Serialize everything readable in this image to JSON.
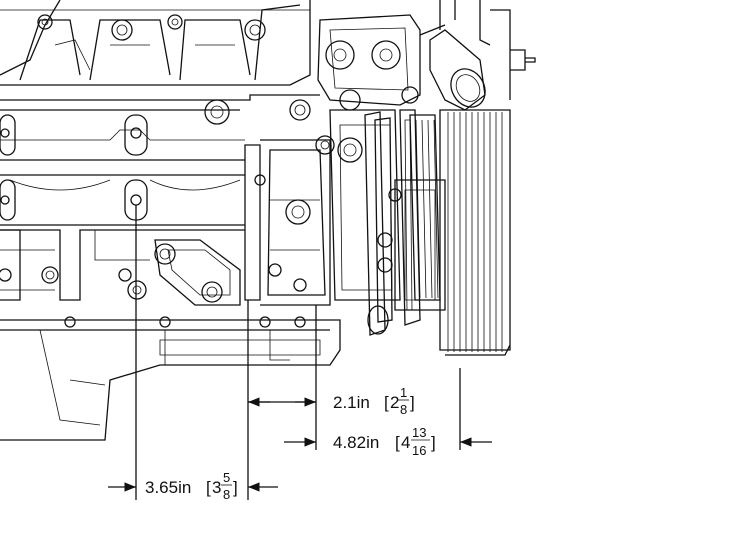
{
  "dimensions": [
    {
      "id": "dim-a",
      "value": "2.1in",
      "whole": "2",
      "num": "1",
      "den": "8"
    },
    {
      "id": "dim-b",
      "value": "4.82in",
      "whole": "4",
      "num": "13",
      "den": "16"
    },
    {
      "id": "dim-c",
      "value": "3.65in",
      "whole": "3",
      "num": "5",
      "den": "8"
    }
  ]
}
